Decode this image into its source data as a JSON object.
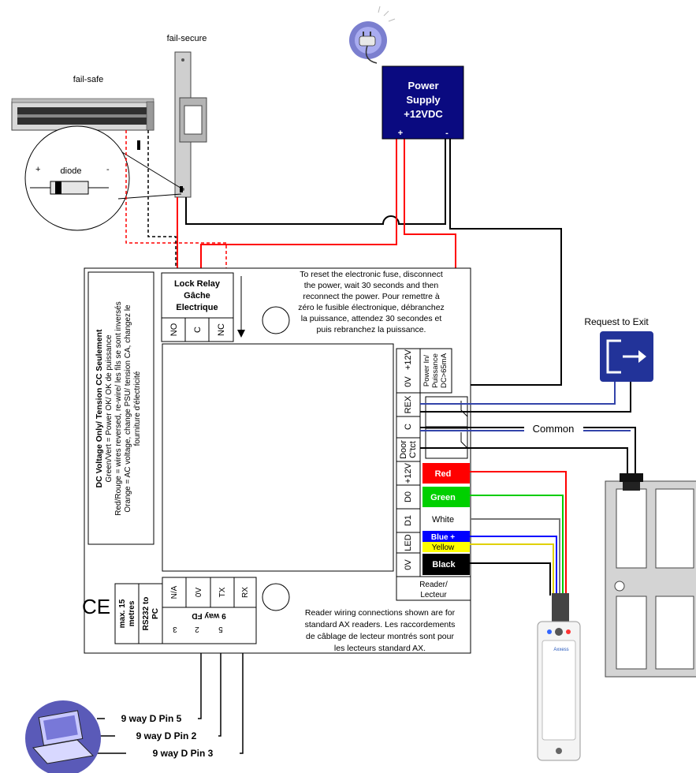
{
  "locks": {
    "fail_safe": "fail-safe",
    "fail_secure": "fail-secure"
  },
  "diode": {
    "label": "diode",
    "plus": "+",
    "minus": "-"
  },
  "psu": {
    "line1": "Power",
    "line2": "Supply",
    "line3": "+12VDC",
    "plus": "+",
    "minus": "-"
  },
  "rex": {
    "label": "Request to Exit"
  },
  "common_label": "Common",
  "fuse_note": [
    "To reset the electronic fuse, disconnect",
    "the power, wait 30 seconds and then",
    "reconnect the power.  Pour remettre à",
    "zéro le fusible électronique, débranchez",
    "la puissance, attendez 30 secondes et",
    "puis rebranchez la puissance."
  ],
  "lock_relay": {
    "line1": "Lock Relay",
    "line2": "Gâche",
    "line3": "Electrique",
    "terminals": [
      "NO",
      "C",
      "NC"
    ]
  },
  "dc_note": {
    "title": "DC Voltage Only/ Tension CC Seulement",
    "lines": [
      "Green/Vert = Power OK/ OK de puissance",
      "Red/Rouge = wires reversed, re-wire/ les fils se sont inversés",
      "Orange =  AC voltage, change PSU/ tension CA, changez le",
      "fourniture d'électricité"
    ]
  },
  "terminals": {
    "power": [
      "0V",
      "+12V"
    ],
    "power_label": [
      "Power In/",
      "Puissance",
      "DC>65mA"
    ],
    "rex": "REX",
    "c": "C",
    "door": [
      "Door",
      "C'tct"
    ],
    "reader": [
      "+12V",
      "D0",
      "D1",
      "LED",
      "0V"
    ]
  },
  "reader_wires": [
    {
      "label": "Red",
      "color": "#ff0000",
      "text_color": "#ffffff"
    },
    {
      "label": "Green",
      "color": "#00d000",
      "text_color": "#ffffff"
    },
    {
      "label": "White",
      "color": "#ffffff",
      "text_color": "#000000"
    },
    {
      "label": "Blue +",
      "color": "#0000ff",
      "text_color": "#ffffff"
    },
    {
      "label": "Yellow",
      "color": "#ffff00",
      "text_color": "#000000"
    },
    {
      "label": "Black",
      "color": "#000000",
      "text_color": "#ffffff"
    }
  ],
  "reader_label": [
    "Reader/",
    "Lecteur"
  ],
  "reader_note": [
    "Reader wiring connections shown are for",
    "standard AX readers.  Les raccordements",
    "de câblage de lecteur montrés sont pour",
    "les lecteurs standard AX."
  ],
  "rs232": {
    "ce": "CE",
    "max_line1": "max. 15",
    "max_line2": "metres",
    "label_line1": "RS232 to",
    "label_line2": "PC",
    "terminals": [
      "N/A",
      "0V",
      "TX",
      "RX"
    ],
    "pins": [
      "5",
      "2",
      "3"
    ],
    "pins_spacer": [
      "",
      "5",
      "2",
      "3"
    ],
    "way": "9 way FD"
  },
  "pc_pins": [
    "9 way D Pin 5",
    "9 way D Pin 2",
    "9 way D Pin 3"
  ],
  "reader_device": {
    "brand": "Axxess"
  }
}
